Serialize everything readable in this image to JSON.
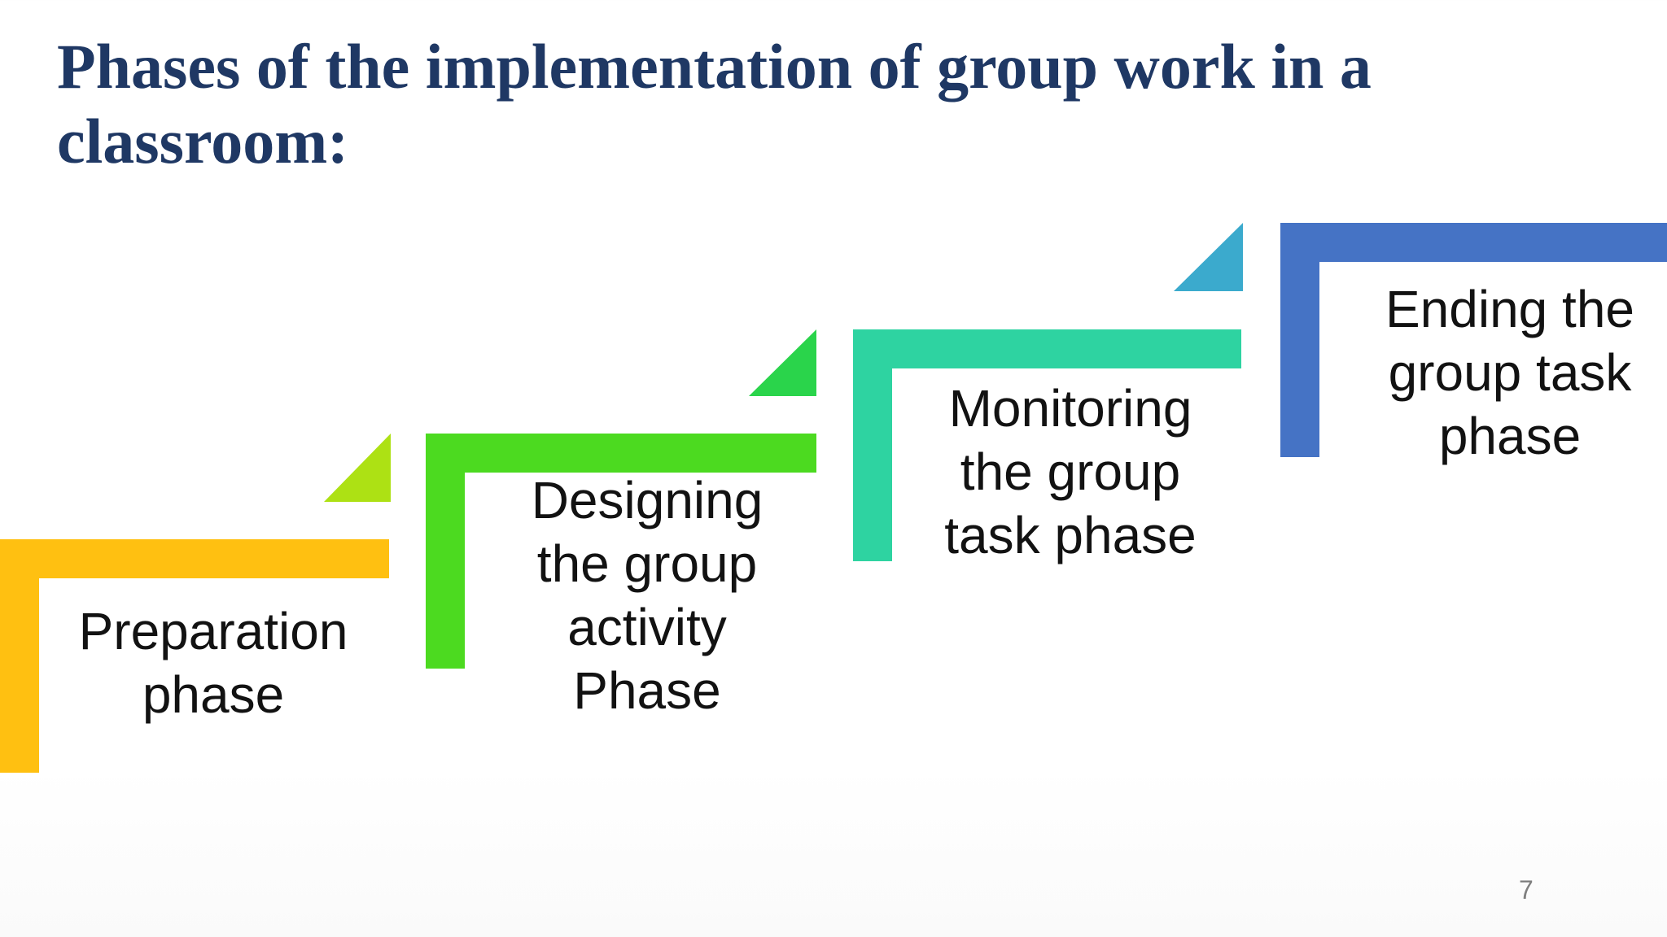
{
  "slide": {
    "title": "Phases of the implementation of group work in a\nclassroom:",
    "title_color": "#1F3864",
    "page_number": "7",
    "page_number_color": "#7F7F7F",
    "background_color": "#FFFFFF",
    "text_color": "#121212"
  },
  "diagram": {
    "type": "step-up-process",
    "direction": "ascending-left-to-right",
    "steps": [
      {
        "order": 1,
        "label": "Preparation\nphase",
        "shape_color": "#FFC011",
        "connector_color": null
      },
      {
        "order": 2,
        "label": "Designing\nthe group\nactivity\nPhase",
        "shape_color": "#4CDA20",
        "connector_color": "#ADE114"
      },
      {
        "order": 3,
        "label": "Monitoring\nthe group\ntask phase",
        "shape_color": "#2ED3A1",
        "connector_color": "#2AD44B"
      },
      {
        "order": 4,
        "label": "Ending the\ngroup task\nphase",
        "shape_color": "#4573C5",
        "connector_color": "#3BAACD"
      }
    ]
  }
}
